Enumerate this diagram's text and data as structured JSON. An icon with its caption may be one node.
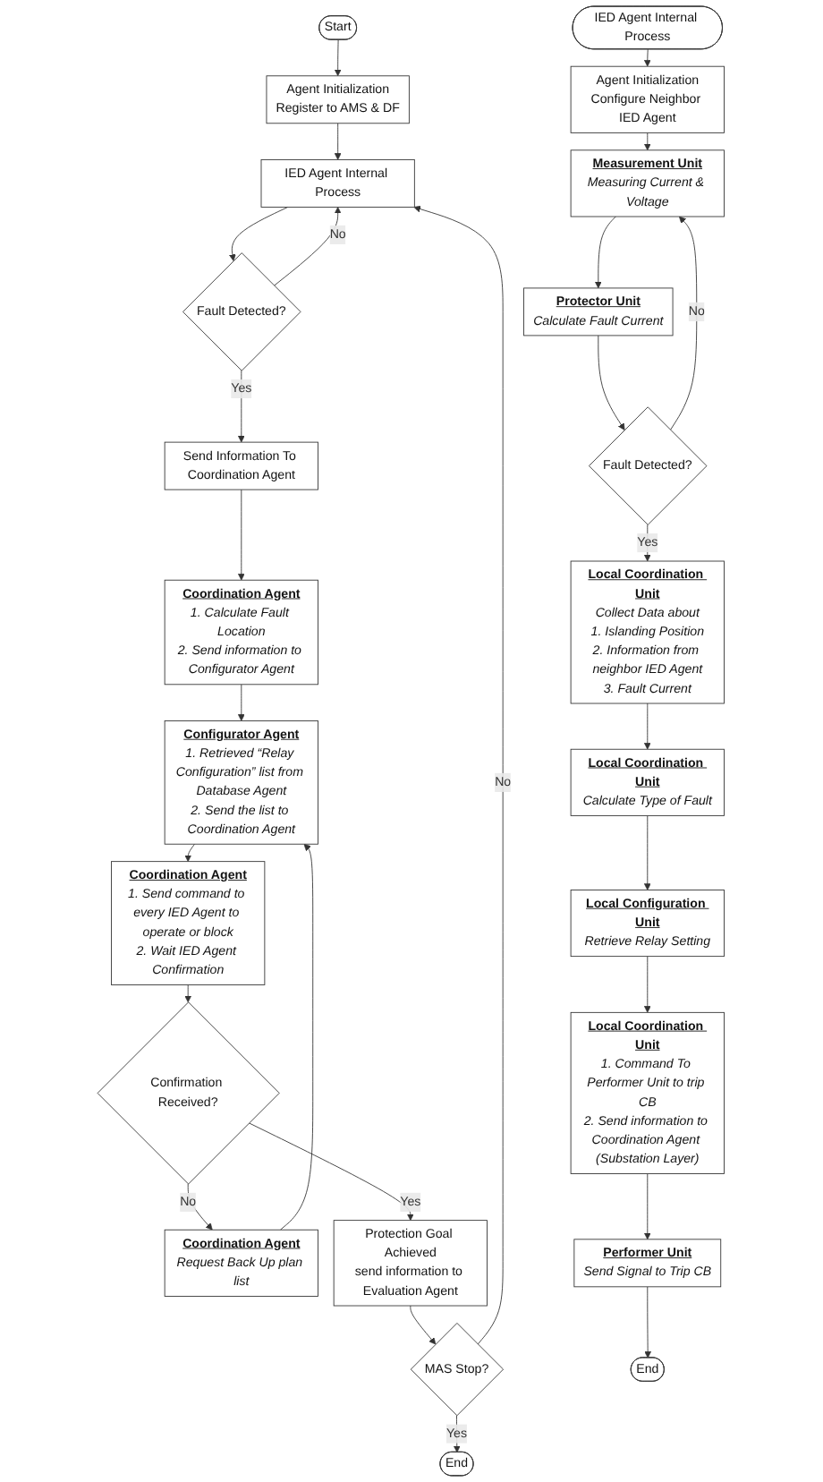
{
  "diagram": {
    "nodes": [
      {
        "text": [
          "Start"
        ]
      },
      {
        "text": [
          "Agent Initialization",
          "Register to AMS & DF"
        ]
      },
      {
        "text": [
          "IED Agent Internal Process"
        ]
      },
      {
        "text": [
          "Fault Detected?"
        ]
      },
      {
        "text": [
          "Send Information To Coordination Agent"
        ]
      },
      {
        "text": [
          "Coordination Agent",
          "1. Calculate Fault Location",
          "2. Send information to Configurator Agent"
        ]
      },
      {
        "text": [
          "Configurator Agent",
          "1. Retrieved “Relay Configuration” list from Database Agent",
          "2. Send the list to Coordination Agent"
        ]
      },
      {
        "text": [
          "Coordination Agent",
          "1. Send command to every IED Agent to operate or block",
          "2. Wait IED Agent Confirmation"
        ]
      },
      {
        "text": [
          "Confirmation Received?"
        ]
      },
      {
        "text": [
          "Coordination Agent",
          "Request Back Up plan list"
        ]
      },
      {
        "text": [
          "Protection Goal Achieved",
          "send information to Evaluation Agent"
        ]
      },
      {
        "text": [
          "MAS Stop?"
        ]
      },
      {
        "text": [
          "End"
        ]
      },
      {
        "text": [
          "IED Agent Internal Process"
        ]
      },
      {
        "text": [
          "Agent Initialization",
          "Configure Neighbor IED Agent"
        ]
      },
      {
        "text": [
          "Measurement Unit",
          "Measuring Current & Voltage"
        ]
      },
      {
        "text": [
          "Protector Unit",
          "Calculate Fault Current"
        ]
      },
      {
        "text": [
          "Fault Detected?"
        ]
      },
      {
        "text": [
          "Local Coordination Unit",
          "Collect Data about",
          "1. Islanding Position",
          "2. Information from neighbor IED Agent",
          "3. Fault Current"
        ]
      },
      {
        "text": [
          "Local Coordination Unit",
          "Calculate Type of Fault"
        ]
      },
      {
        "text": [
          "Local Configuration Unit",
          "Retrieve Relay Setting"
        ]
      },
      {
        "text": [
          "Local Coordination Unit",
          "1. Command To Performer Unit to trip CB",
          "2. Send information to Coordination Agent (Substation Layer)"
        ]
      },
      {
        "text": [
          "Performer Unit",
          "Send Signal to Trip CB"
        ]
      },
      {
        "text": [
          "End"
        ]
      }
    ],
    "edges": [
      {
        "from": 0,
        "to": 1,
        "arrow": "to"
      },
      {
        "from": 1,
        "to": 2,
        "arrow": "to"
      },
      {
        "from": 2,
        "to": 3,
        "arrow": "to"
      },
      {
        "from": 3,
        "to": 2,
        "arrow": "to",
        "label": "No"
      },
      {
        "from": 3,
        "to": 4,
        "arrow": "to",
        "label": "Yes"
      },
      {
        "from": 4,
        "to": 5,
        "arrow": "to"
      },
      {
        "from": 5,
        "to": 6,
        "arrow": "to"
      },
      {
        "from": 6,
        "to": 7,
        "arrow": "to"
      },
      {
        "from": 7,
        "to": 8,
        "arrow": "to"
      },
      {
        "from": 8,
        "to": 9,
        "arrow": "to",
        "label": "No"
      },
      {
        "from": 9,
        "to": 6,
        "arrow": "to"
      },
      {
        "from": 8,
        "to": 10,
        "arrow": "to",
        "label": "Yes"
      },
      {
        "from": 10,
        "to": 11,
        "arrow": "to"
      },
      {
        "from": 11,
        "to": 2,
        "arrow": "to",
        "label": "No"
      },
      {
        "from": 11,
        "to": 12,
        "arrow": "to",
        "label": "Yes"
      },
      {
        "from": 13,
        "to": 14,
        "arrow": "to"
      },
      {
        "from": 14,
        "to": 15,
        "arrow": "to"
      },
      {
        "from": 15,
        "to": 16,
        "arrow": "to"
      },
      {
        "from": 16,
        "to": 17,
        "arrow": "to"
      },
      {
        "from": 17,
        "to": 15,
        "arrow": "to",
        "label": "No"
      },
      {
        "from": 17,
        "to": 18,
        "arrow": "to",
        "label": "Yes"
      },
      {
        "from": 18,
        "to": 19,
        "arrow": "to"
      },
      {
        "from": 19,
        "to": 20,
        "arrow": "to"
      },
      {
        "from": 20,
        "to": 21,
        "arrow": "to"
      },
      {
        "from": 21,
        "to": 22,
        "arrow": "to"
      },
      {
        "from": 22,
        "to": 23,
        "arrow": "to"
      }
    ]
  }
}
